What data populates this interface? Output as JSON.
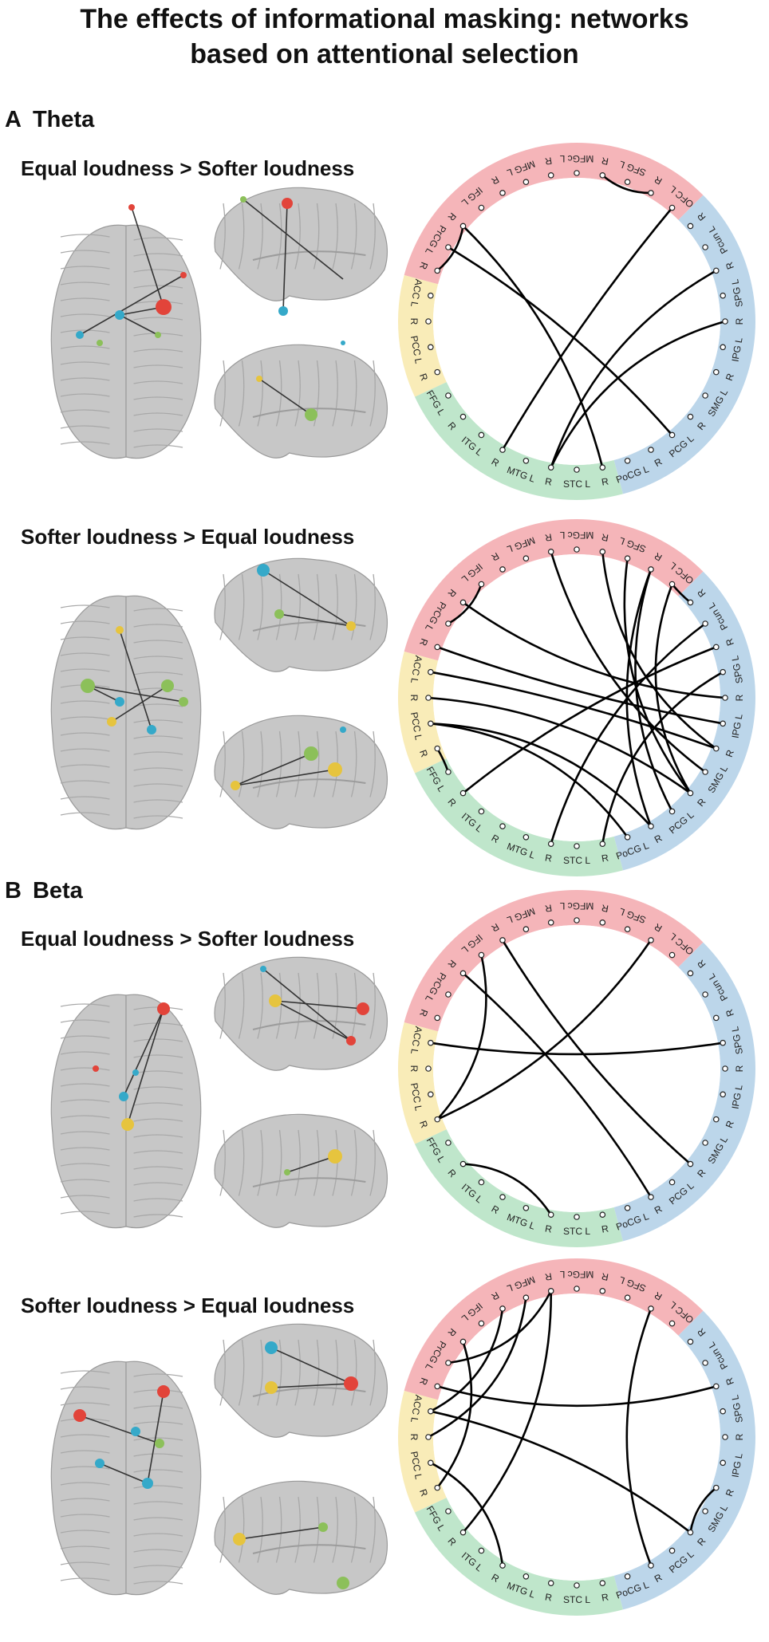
{
  "title_lines": [
    "The effects of informational masking: networks",
    "based on attentional selection"
  ],
  "sections": [
    {
      "letter": "A",
      "band": "Theta"
    },
    {
      "letter": "B",
      "band": "Beta"
    }
  ],
  "conditions": [
    "Equal loudness > Softer loudness",
    "Softer loudness > Equal loudness",
    "Equal loudness > Softer loudness",
    "Softer loudness > Equal loudness"
  ],
  "colors": {
    "parietal": "#bcd6ea",
    "temporal": "#bfe6cb",
    "cingulate": "#f9ecb8",
    "frontal": "#f5b5b9",
    "edge": "#000000",
    "brain": "#c7c7c7",
    "node_red": "#e2443a",
    "node_blue": "#35a9c9",
    "node_green": "#8cc05a",
    "node_yellow": "#e6c43e"
  },
  "ring_nodes": [
    {
      "label": "PoCG L",
      "region": "parietal"
    },
    {
      "label": "R",
      "region": "parietal"
    },
    {
      "label": "PCG L",
      "region": "parietal"
    },
    {
      "label": "R",
      "region": "parietal"
    },
    {
      "label": "SMG L",
      "region": "parietal"
    },
    {
      "label": "R",
      "region": "parietal"
    },
    {
      "label": "IPG L",
      "region": "parietal"
    },
    {
      "label": "R",
      "region": "parietal"
    },
    {
      "label": "SPG L",
      "region": "parietal"
    },
    {
      "label": "R",
      "region": "parietal"
    },
    {
      "label": "Pcun L",
      "region": "parietal"
    },
    {
      "label": "R",
      "region": "parietal"
    },
    {
      "label": "OFC L",
      "region": "frontal"
    },
    {
      "label": "R",
      "region": "frontal"
    },
    {
      "label": "SFG L",
      "region": "frontal"
    },
    {
      "label": "R",
      "region": "frontal"
    },
    {
      "label": "MFGc L",
      "region": "frontal"
    },
    {
      "label": "R",
      "region": "frontal"
    },
    {
      "label": "MFG L",
      "region": "frontal"
    },
    {
      "label": "R",
      "region": "frontal"
    },
    {
      "label": "IFG L",
      "region": "frontal"
    },
    {
      "label": "R",
      "region": "frontal"
    },
    {
      "label": "PrCG L",
      "region": "frontal"
    },
    {
      "label": "R",
      "region": "frontal"
    },
    {
      "label": "ACC L",
      "region": "cingulate"
    },
    {
      "label": "R",
      "region": "cingulate"
    },
    {
      "label": "PCC L",
      "region": "cingulate"
    },
    {
      "label": "R",
      "region": "cingulate"
    },
    {
      "label": "FFG L",
      "region": "temporal"
    },
    {
      "label": "R",
      "region": "temporal"
    },
    {
      "label": "ITG L",
      "region": "temporal"
    },
    {
      "label": "R",
      "region": "temporal"
    },
    {
      "label": "MTG L",
      "region": "temporal"
    },
    {
      "label": "R",
      "region": "temporal"
    },
    {
      "label": "STC L",
      "region": "temporal"
    },
    {
      "label": "R",
      "region": "temporal"
    }
  ],
  "networks": [
    {
      "section": "A",
      "condition": "Equal loudness > Softer loudness",
      "edges": [
        [
          7,
          33
        ],
        [
          9,
          33
        ],
        [
          12,
          31
        ],
        [
          13,
          15
        ],
        [
          2,
          22
        ],
        [
          35,
          21
        ],
        [
          23,
          21
        ]
      ]
    },
    {
      "section": "A",
      "condition": "Softer loudness > Equal loudness",
      "edges": [
        [
          7,
          21
        ],
        [
          3,
          14
        ],
        [
          3,
          12
        ],
        [
          1,
          26
        ],
        [
          4,
          17
        ],
        [
          6,
          23
        ],
        [
          5,
          24
        ],
        [
          8,
          35
        ],
        [
          10,
          33
        ],
        [
          9,
          29
        ],
        [
          2,
          13
        ],
        [
          11,
          12
        ],
        [
          0,
          26
        ],
        [
          28,
          27
        ],
        [
          20,
          22
        ],
        [
          1,
          13
        ],
        [
          3,
          25
        ],
        [
          5,
          15
        ]
      ]
    },
    {
      "section": "B",
      "condition": "Equal loudness > Softer loudness",
      "edges": [
        [
          8,
          24
        ],
        [
          3,
          19
        ],
        [
          1,
          21
        ],
        [
          13,
          27
        ],
        [
          33,
          29
        ],
        [
          27,
          20
        ]
      ]
    },
    {
      "section": "B",
      "condition": "Softer loudness > Equal loudness",
      "edges": [
        [
          5,
          3
        ],
        [
          3,
          24
        ],
        [
          1,
          13
        ],
        [
          9,
          23
        ],
        [
          31,
          26
        ],
        [
          29,
          17
        ],
        [
          27,
          21
        ],
        [
          18,
          25
        ],
        [
          17,
          22
        ],
        [
          19,
          24
        ]
      ]
    }
  ]
}
